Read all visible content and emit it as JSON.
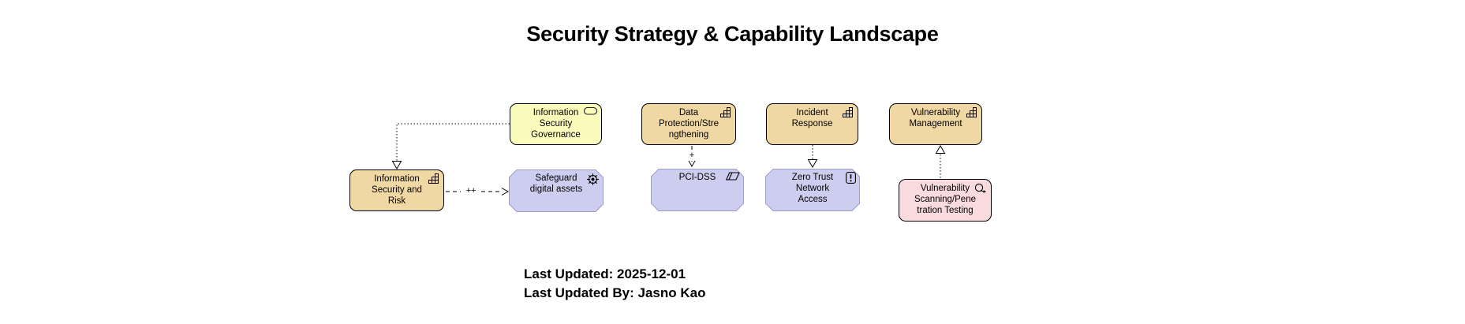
{
  "title": "Security Strategy & Capability Landscape",
  "footer": {
    "last_updated": "Last Updated: 2025-12-01",
    "last_updated_by": "Last Updated By: Jasno Kao"
  },
  "colors": {
    "capability_fill": "#F0D8A5",
    "capability_border": "#A28F5F",
    "service_fill": "#FBFBBC",
    "service_border": "#B0B06A",
    "outcome_fill": "#CDCDF0",
    "outcome_border": "#9C9CCB",
    "course_of_action_fill": "#F9DADE",
    "course_of_action_border": "#C7A3AA",
    "connector": "#000000"
  },
  "nodes": {
    "governance": {
      "label": "Information\nSecurity\nGovernance",
      "type": "business-service",
      "icon": "service-pill-icon"
    },
    "infosec_risk": {
      "label": "Information\nSecurity and\nRisk",
      "type": "capability",
      "icon": "capability-stairs-icon"
    },
    "safeguard": {
      "label": "Safeguard\ndigital assets",
      "type": "outcome",
      "icon": "outcome-target-icon"
    },
    "data_protection": {
      "label": "Data\nProtection/Stre\nngthening",
      "type": "capability",
      "icon": "capability-stairs-icon"
    },
    "pci_dss": {
      "label": "PCI-DSS",
      "type": "requirement",
      "icon": "requirement-parallelogram-icon"
    },
    "incident_response": {
      "label": "Incident\nResponse",
      "type": "capability",
      "icon": "capability-stairs-icon"
    },
    "zero_trust": {
      "label": "Zero Trust\nNetwork\nAccess",
      "type": "principle",
      "icon": "principle-exclamation-icon"
    },
    "vuln_mgmt": {
      "label": "Vulnerability\nManagement",
      "type": "capability",
      "icon": "capability-stairs-icon"
    },
    "vuln_scanning": {
      "label": "Vulnerability\nScanning/Pene\ntration Testing",
      "type": "course-of-action",
      "icon": "course-of-action-loop-icon"
    }
  },
  "connectors": {
    "influence_plus_plus_label": "++",
    "influence_plus_label": "+"
  }
}
